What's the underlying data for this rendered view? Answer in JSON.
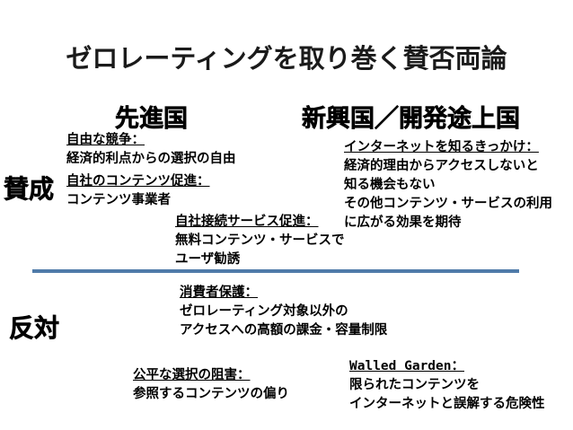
{
  "title": "ゼロレーティングを取り巻く賛否両論",
  "columns": {
    "developed": "先進国",
    "emerging": "新興国／開発途上国"
  },
  "rows": {
    "pro": "賛成",
    "con": "反対"
  },
  "colors": {
    "divider": "#4f7ba9",
    "text": "#000000",
    "background": "#ffffff"
  },
  "blocks": {
    "free_competition": {
      "heading": "自由な競争：",
      "lines": [
        "経済的利点からの選択の自由"
      ]
    },
    "own_content": {
      "heading": "自社のコンテンツ促進：",
      "lines": [
        "コンテンツ事業者"
      ]
    },
    "own_access": {
      "heading": "自社接続サービス促進：",
      "lines": [
        "無料コンテンツ・サービスで",
        "ユーザ勧誘"
      ]
    },
    "internet_trigger": {
      "heading": "インターネットを知るきっかけ：",
      "lines": [
        "経済的理由からアクセスしないと",
        "知る機会もない",
        "その他コンテンツ・サービスの利用",
        "に広がる効果を期待"
      ]
    },
    "consumer_protection": {
      "heading": "消費者保護：",
      "lines": [
        "ゼロレーティング対象以外の",
        "アクセスへの高額の課金・容量制限"
      ]
    },
    "fair_choice": {
      "heading": "公平な選択の阻害：",
      "lines": [
        "参照するコンテンツの偏り"
      ]
    },
    "walled_garden": {
      "heading": "Walled Garden：",
      "lines": [
        "限られたコンテンツを",
        "インターネットと誤解する危険性"
      ]
    }
  }
}
